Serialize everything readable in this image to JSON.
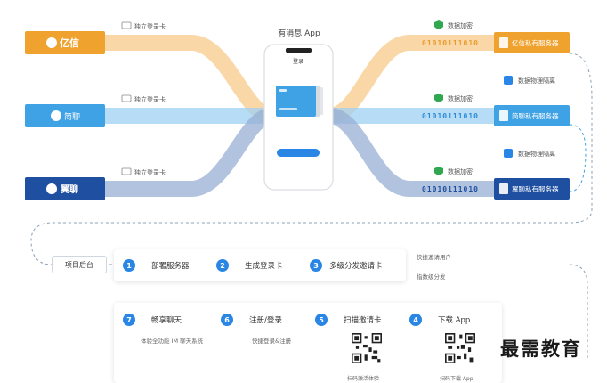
{
  "phone": {
    "caption": "有消息 App",
    "screen_title": "登录",
    "login_button": ""
  },
  "clients": [
    {
      "name": "亿信",
      "card_note": "独立登录卡",
      "color": "#f0a22e"
    },
    {
      "name": "简聊",
      "card_note": "独立登录卡",
      "color": "#3fa2e5"
    },
    {
      "name": "翼聊",
      "card_note": "独立登录卡",
      "color": "#1e4fa0"
    }
  ],
  "servers": [
    {
      "name": "亿信私有服务器",
      "encrypt": "数据加密",
      "bits": "01010111010",
      "color": "#f0a22e"
    },
    {
      "name": "简聊私有服务器",
      "encrypt": "数据加密",
      "bits": "01010111010",
      "color": "#3fa2e5"
    },
    {
      "name": "翼聊私有服务器",
      "encrypt": "数据加密",
      "bits": "01010111010",
      "color": "#1e4fa0"
    }
  ],
  "isolation_notes": [
    "数据物理隔离",
    "数据物理隔离"
  ],
  "backend": {
    "label": "项目后台",
    "side_notes": [
      "快捷邀请用户",
      "指数级分发"
    ],
    "steps": [
      {
        "num": "1",
        "label": "部署服务器"
      },
      {
        "num": "2",
        "label": "生成登录卡"
      },
      {
        "num": "3",
        "label": "多级分发邀请卡"
      }
    ]
  },
  "app_flow": {
    "steps": [
      {
        "num": "7",
        "label": "畅享聊天",
        "sub": "体验全功能 IM 聊天系统"
      },
      {
        "num": "6",
        "label": "注册/登录",
        "sub": "快捷登录&注册"
      },
      {
        "num": "5",
        "label": "扫描邀请卡",
        "sub": "扫码激活体验"
      },
      {
        "num": "4",
        "label": "下载 App",
        "sub": "扫码下载 App"
      }
    ]
  },
  "watermark": "最需教育"
}
